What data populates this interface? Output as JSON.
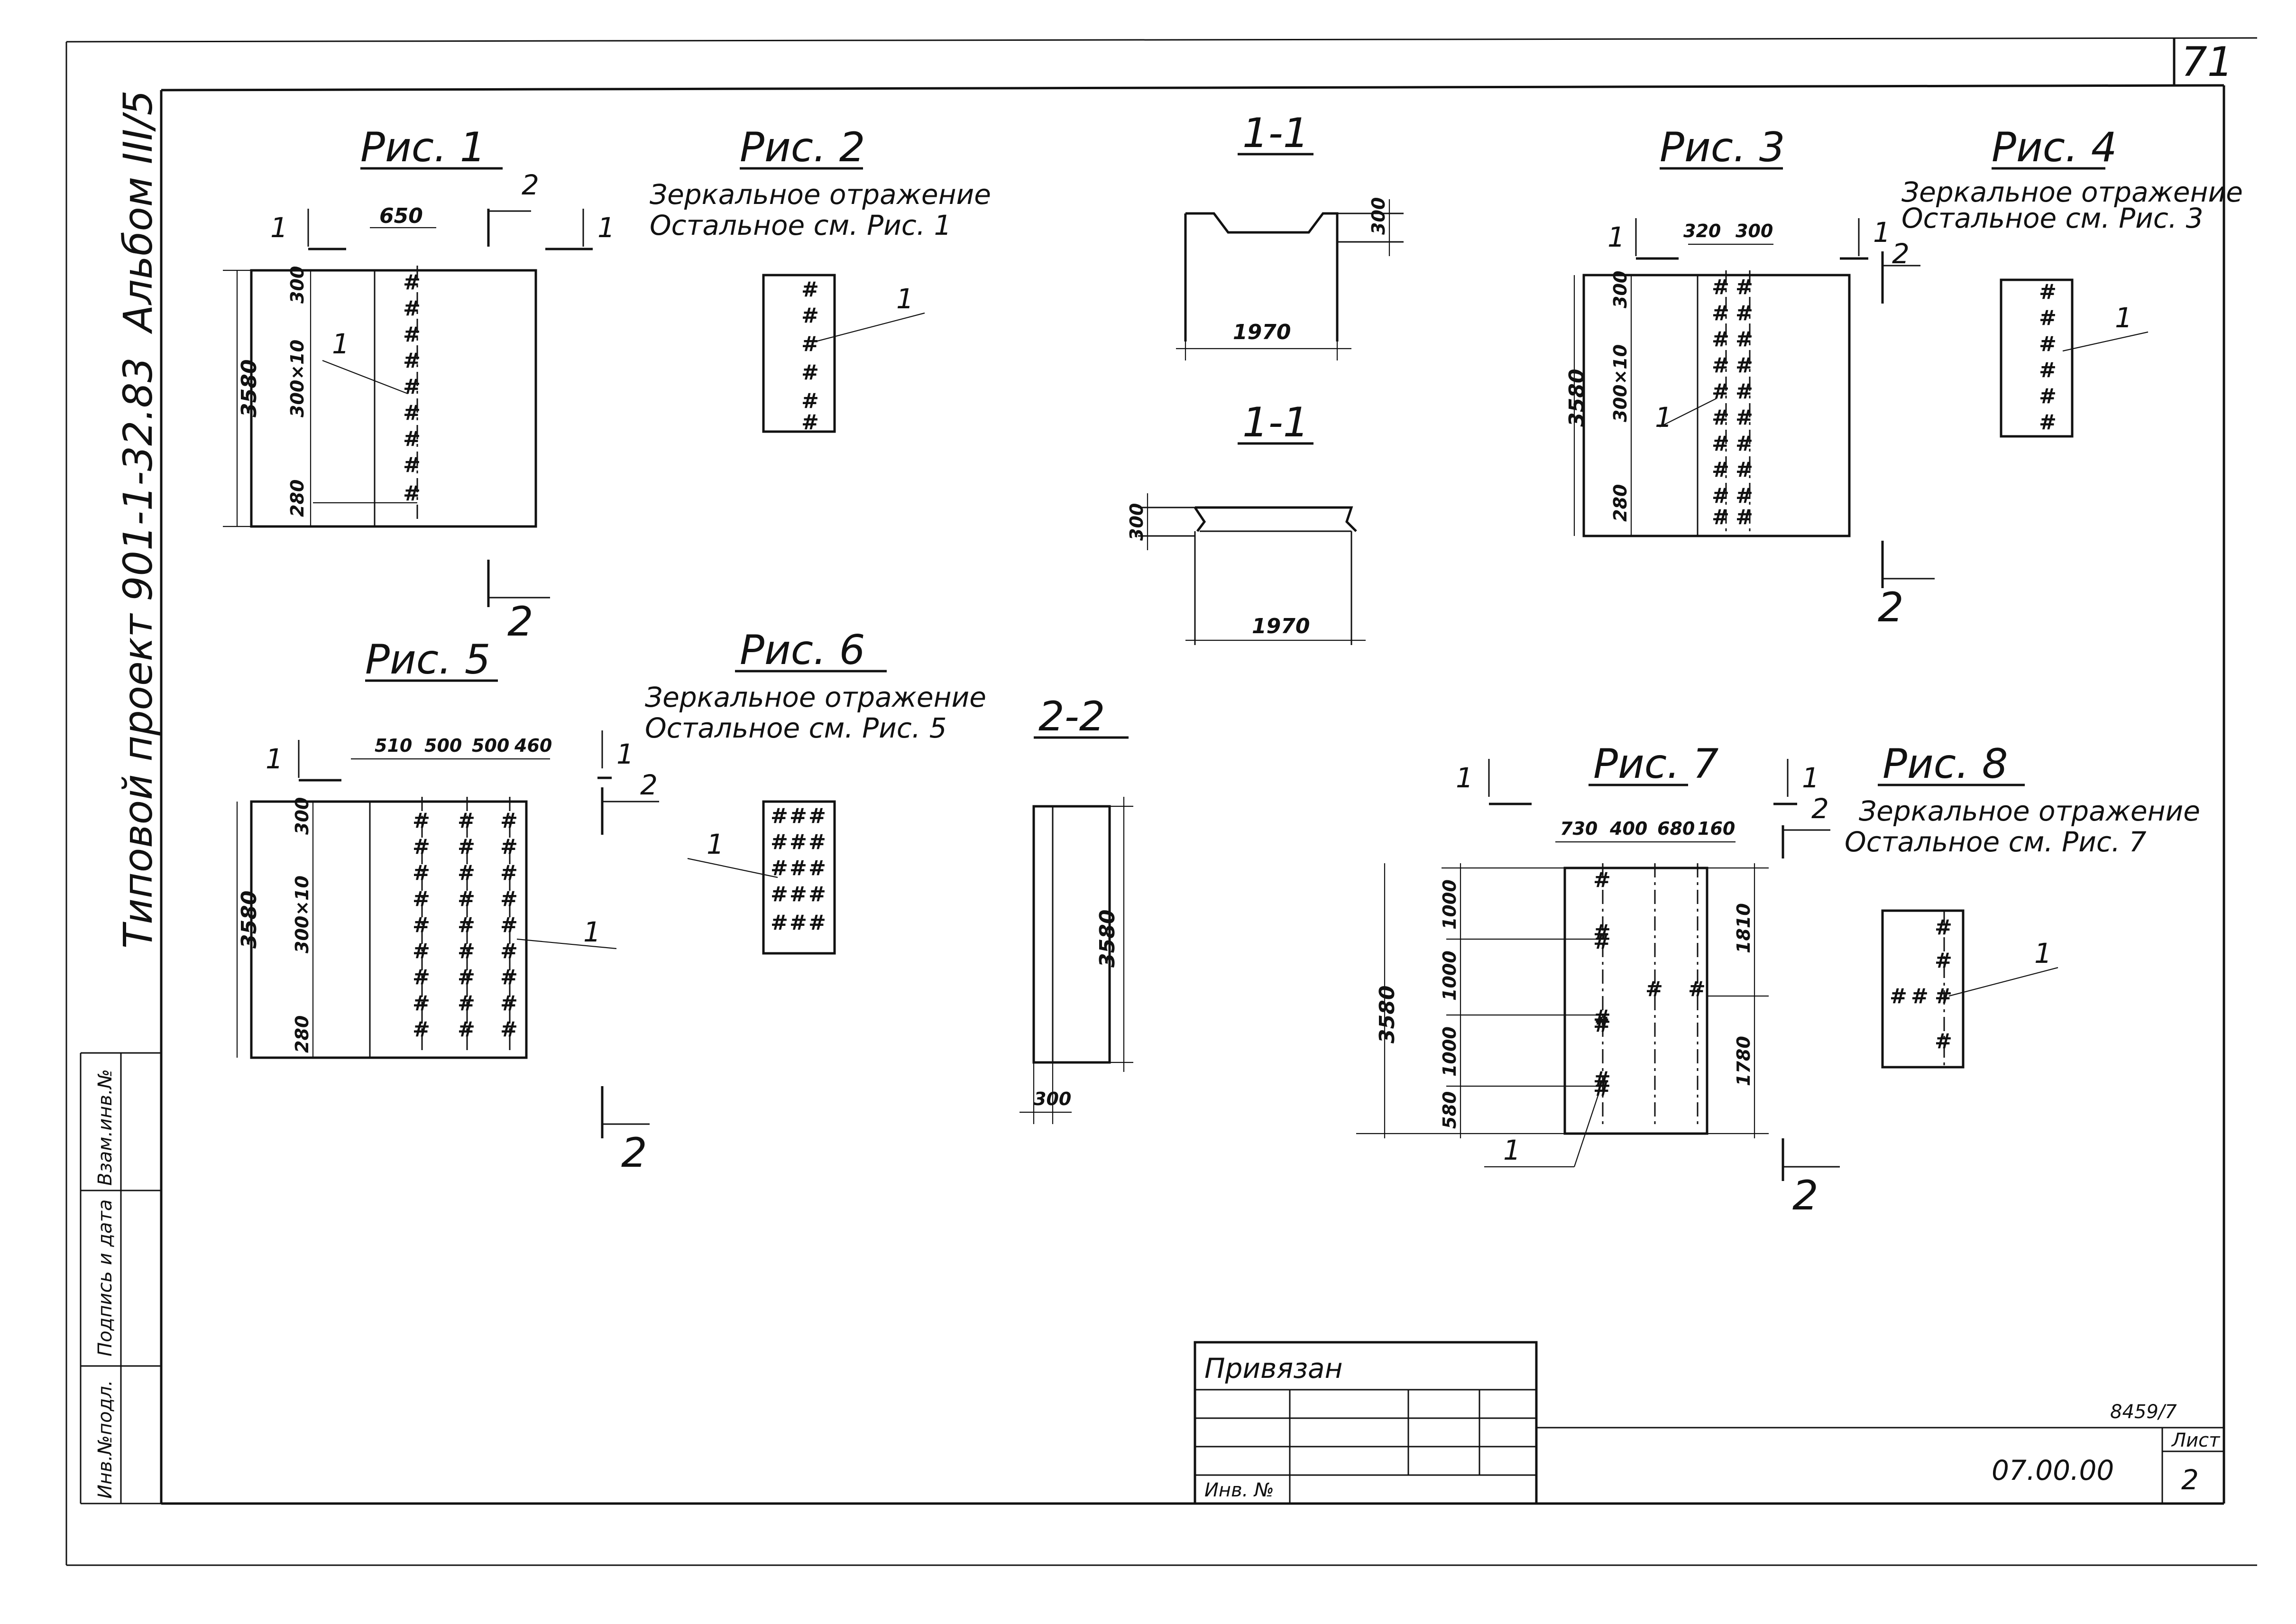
{
  "page": {
    "sheet_corner_number": "71"
  },
  "side_title": {
    "project": "Типовой проект 901-1-32.83",
    "album": "Альбом ІІІ/5"
  },
  "side_table": {
    "col1": "Инв.№подл.",
    "col2": "Подпись и дата",
    "col3": "Взам.инв.№"
  },
  "section_markers": {
    "one": "1",
    "two": "2"
  },
  "leader_label": "1",
  "mirror_note": "Зеркальное отражение",
  "figures": {
    "fig1": {
      "title": "Рис. 1",
      "dim_top": "650",
      "dim_height": "3580",
      "dim_a": "300",
      "dim_b": "300×10",
      "dim_c": "280"
    },
    "fig2": {
      "title": "Рис. 2",
      "note2": "Остальное см. Рис. 1"
    },
    "fig3": {
      "title": "Рис. 3",
      "dim_top1": "320",
      "dim_top2": "300",
      "dim_height": "3580",
      "dim_a": "300",
      "dim_b": "300×10",
      "dim_c": "280"
    },
    "fig4": {
      "title": "Рис. 4",
      "note2": "Остальное см. Рис. 3"
    },
    "fig5": {
      "title": "Рис. 5",
      "dim_top1": "510",
      "dim_top2": "500",
      "dim_top3": "500",
      "dim_top4": "460",
      "dim_height": "3580",
      "dim_a": "300",
      "dim_b": "300×10",
      "dim_c": "280"
    },
    "fig6": {
      "title": "Рис. 6",
      "note2": "Остальное см. Рис. 5"
    },
    "fig7": {
      "title": "Рис. 7",
      "dim_top1": "730",
      "dim_top2": "400",
      "dim_top3": "680",
      "dim_top4": "160",
      "dim_height": "3580",
      "dim_l1": "1000",
      "dim_l2": "1000",
      "dim_l3": "1000",
      "dim_l4": "580",
      "dim_r1": "1810",
      "dim_r2": "1780"
    },
    "fig8": {
      "title": "Рис. 8",
      "note2": "Остальное см. Рис. 7"
    }
  },
  "sections": {
    "s11a": {
      "title": "1-1",
      "width": "1970",
      "height": "300"
    },
    "s11b": {
      "title": "1-1",
      "width": "1970",
      "height": "300"
    },
    "s22": {
      "title": "2-2",
      "length": "3580",
      "thickness": "300"
    }
  },
  "stamp": {
    "privyazan": "Привязан",
    "inv": "Инв. №",
    "code": "8459/7",
    "doc_number": "07.00.00",
    "sheet_label": "Лист",
    "sheet_number": "2"
  }
}
